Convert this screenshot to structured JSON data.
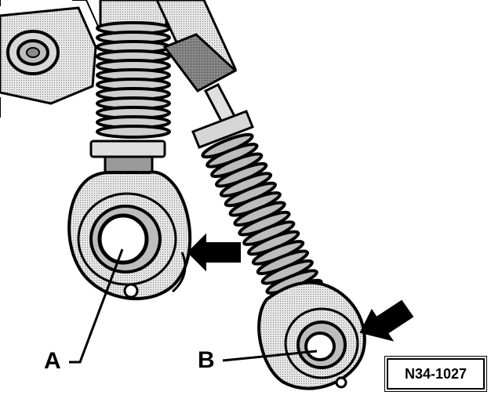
{
  "figure": {
    "labels": {
      "a": "A",
      "b": "B"
    },
    "reference_code": "N34-1027"
  },
  "colors": {
    "ink": "#000000",
    "paper": "#ffffff",
    "shade_light": "#d4d4d4",
    "shade_mid": "#9a9a9a",
    "shade_dark": "#4a4a4a"
  }
}
